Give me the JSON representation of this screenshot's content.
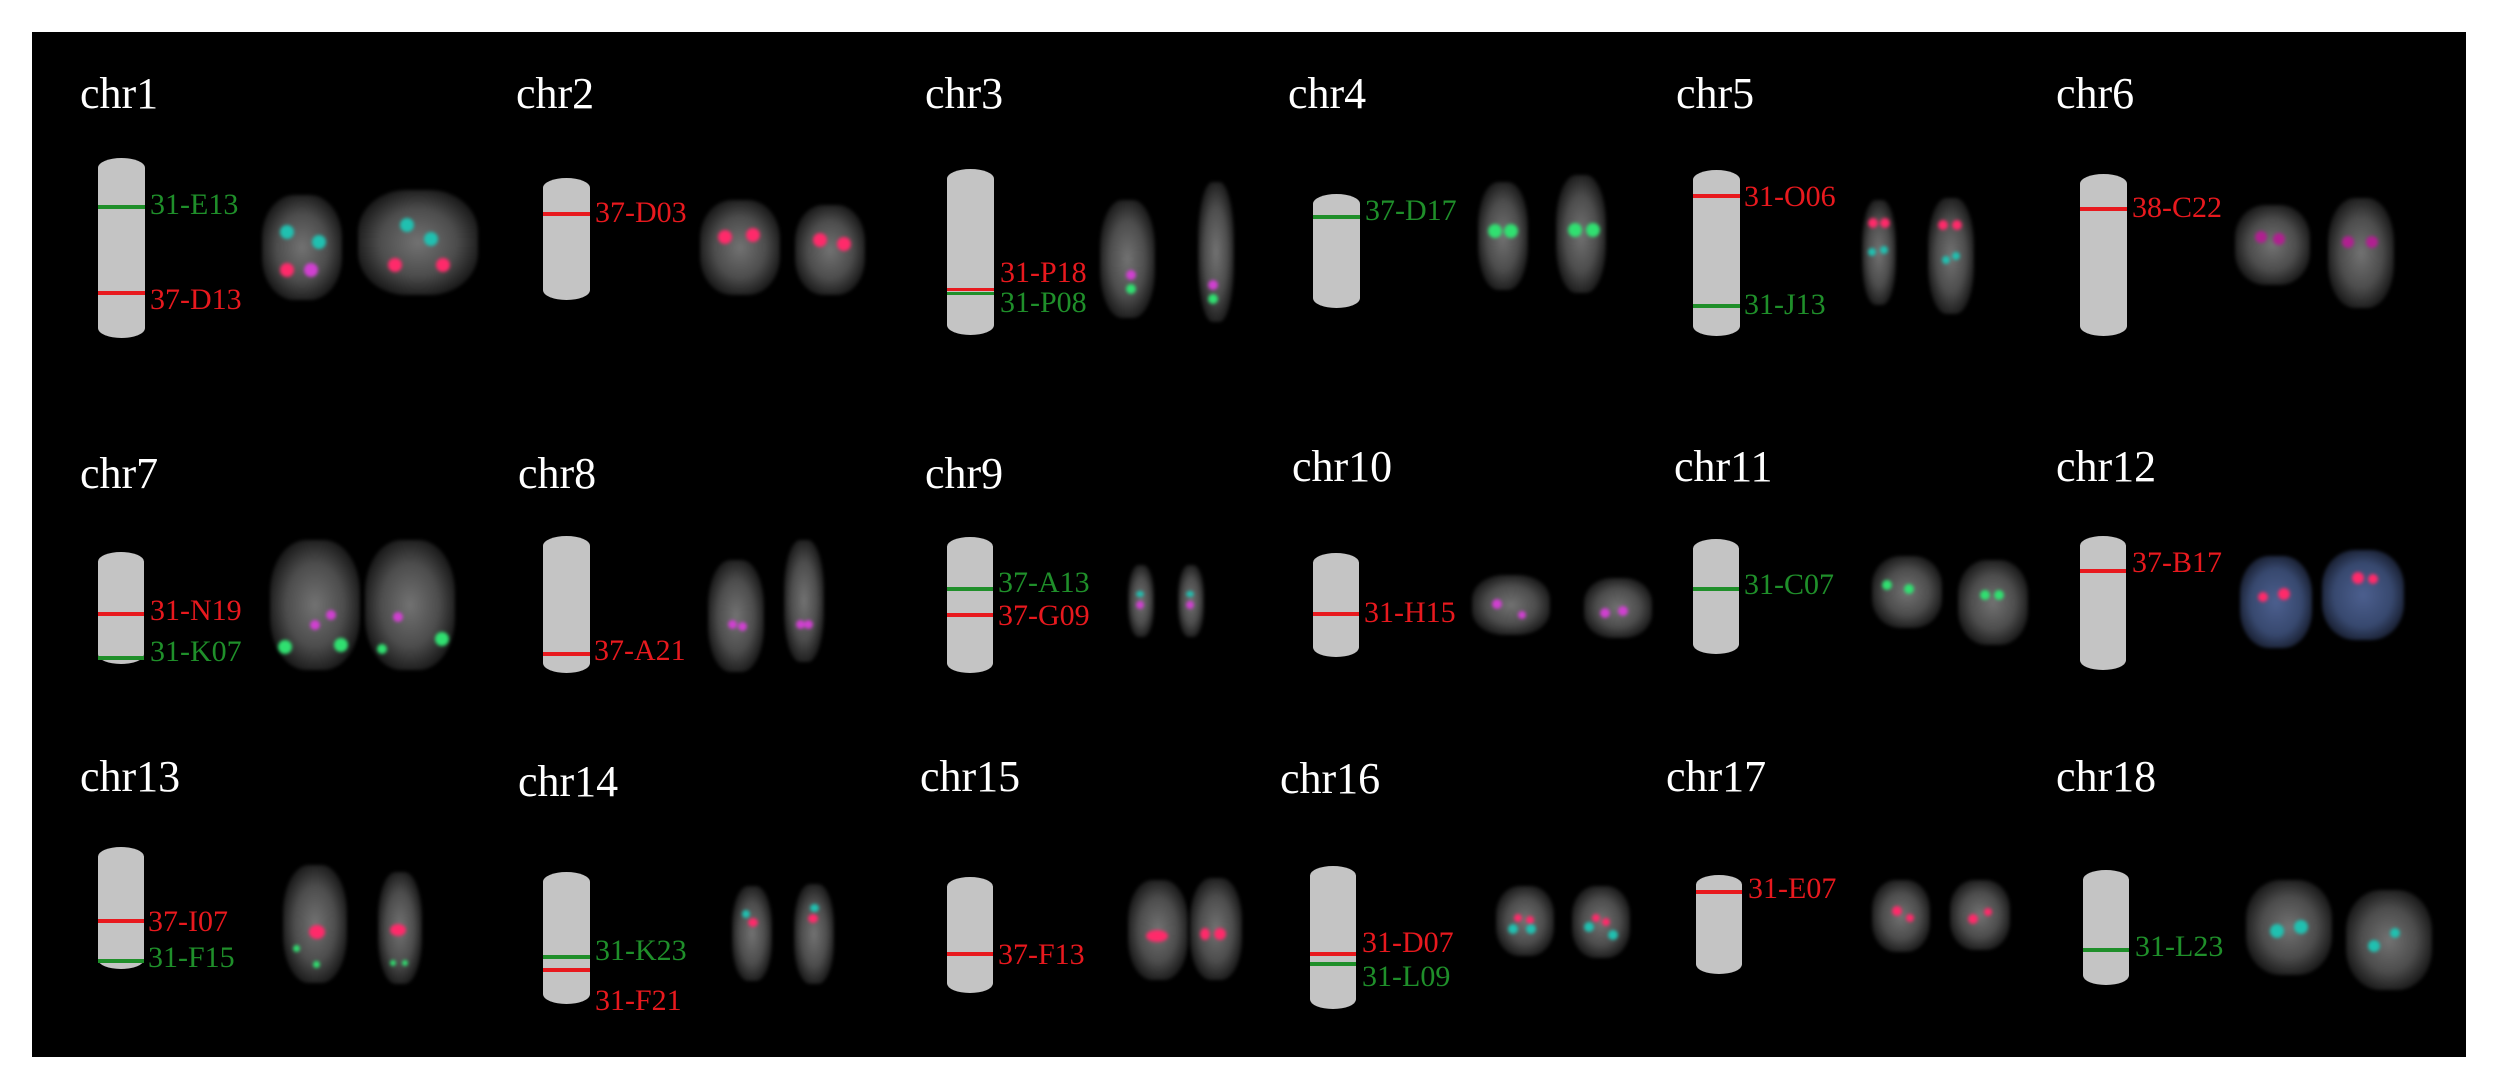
{
  "figure": {
    "background": "#000000",
    "ideogram_color": "#c4c4c4",
    "colors": {
      "red": "#e8191e",
      "green": "#1f8f2a",
      "dot_red": "#ff2a6a",
      "dot_magenta": "#d040d0",
      "dot_green": "#30e070",
      "dot_cyan": "#20c0b0"
    }
  },
  "chromosomes": [
    {
      "name": "chr1",
      "probes": [
        {
          "label": "31-E13",
          "color": "green"
        },
        {
          "label": "37-D13",
          "color": "red"
        }
      ]
    },
    {
      "name": "chr2",
      "probes": [
        {
          "label": "37-D03",
          "color": "red"
        }
      ]
    },
    {
      "name": "chr3",
      "probes": [
        {
          "label": "31-P18",
          "color": "red"
        },
        {
          "label": "31-P08",
          "color": "green"
        }
      ]
    },
    {
      "name": "chr4",
      "probes": [
        {
          "label": "37-D17",
          "color": "green"
        }
      ]
    },
    {
      "name": "chr5",
      "probes": [
        {
          "label": "31-O06",
          "color": "red"
        },
        {
          "label": "31-J13",
          "color": "green"
        }
      ]
    },
    {
      "name": "chr6",
      "probes": [
        {
          "label": "38-C22",
          "color": "red"
        }
      ]
    },
    {
      "name": "chr7",
      "probes": [
        {
          "label": "31-N19",
          "color": "red"
        },
        {
          "label": "31-K07",
          "color": "green"
        }
      ]
    },
    {
      "name": "chr8",
      "probes": [
        {
          "label": "37-A21",
          "color": "red"
        }
      ]
    },
    {
      "name": "chr9",
      "probes": [
        {
          "label": "37-A13",
          "color": "green"
        },
        {
          "label": "37-G09",
          "color": "red"
        }
      ]
    },
    {
      "name": "chr10",
      "probes": [
        {
          "label": "31-H15",
          "color": "red"
        }
      ]
    },
    {
      "name": "chr11",
      "probes": [
        {
          "label": "31-C07",
          "color": "green"
        }
      ]
    },
    {
      "name": "chr12",
      "probes": [
        {
          "label": "37-B17",
          "color": "red"
        }
      ]
    },
    {
      "name": "chr13",
      "probes": [
        {
          "label": "37-I07",
          "color": "red"
        },
        {
          "label": "31-F15",
          "color": "green"
        }
      ]
    },
    {
      "name": "chr14",
      "probes": [
        {
          "label": "31-K23",
          "color": "green"
        },
        {
          "label": "31-F21",
          "color": "red"
        }
      ]
    },
    {
      "name": "chr15",
      "probes": [
        {
          "label": "37-F13",
          "color": "red"
        }
      ]
    },
    {
      "name": "chr16",
      "probes": [
        {
          "label": "31-D07",
          "color": "red"
        },
        {
          "label": "31-L09",
          "color": "green"
        }
      ]
    },
    {
      "name": "chr17",
      "probes": [
        {
          "label": "31-E07",
          "color": "red"
        }
      ]
    },
    {
      "name": "chr18",
      "probes": [
        {
          "label": "31-L23",
          "color": "green"
        }
      ]
    }
  ]
}
